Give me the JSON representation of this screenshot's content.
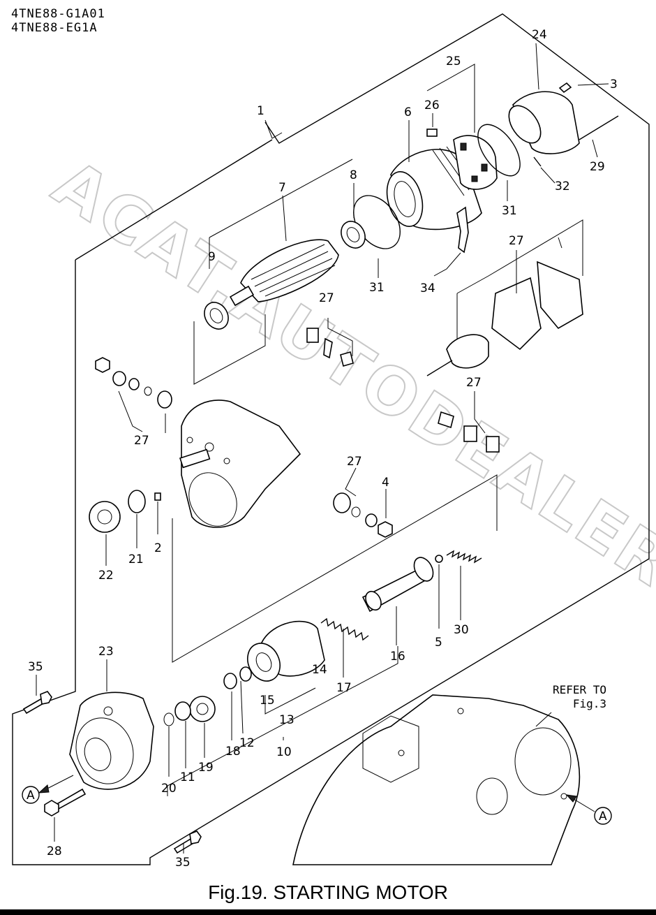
{
  "header": {
    "model_line_1": "4TNE88-G1A01",
    "model_line_2": "4TNE88-EG1A"
  },
  "caption": "Fig.19.  STARTING MOTOR",
  "watermark": "ACAT.AUTODEALER.RU",
  "reference": {
    "line_1": "REFER TO",
    "line_2": "Fig.3"
  },
  "callouts": {
    "c1": "1",
    "c2": "2",
    "c3": "3",
    "c4": "4",
    "c5": "5",
    "c6": "6",
    "c7": "7",
    "c8": "8",
    "c9": "9",
    "c10": "10",
    "c11": "11",
    "c12": "12",
    "c13": "13",
    "c14": "14",
    "c15": "15",
    "c16": "16",
    "c17": "17",
    "c18": "18",
    "c19": "19",
    "c20": "20",
    "c21": "21",
    "c22": "22",
    "c23": "23",
    "c24": "24",
    "c25": "25",
    "c26": "26",
    "c27a": "27",
    "c27b": "27",
    "c27c": "27",
    "c27d": "27",
    "c27e": "27",
    "c28": "28",
    "c29": "29",
    "c30": "30",
    "c31a": "31",
    "c31b": "31",
    "c32": "32",
    "c34": "34",
    "c35a": "35",
    "c35b": "35",
    "markA1": "A",
    "markA2": "A"
  }
}
